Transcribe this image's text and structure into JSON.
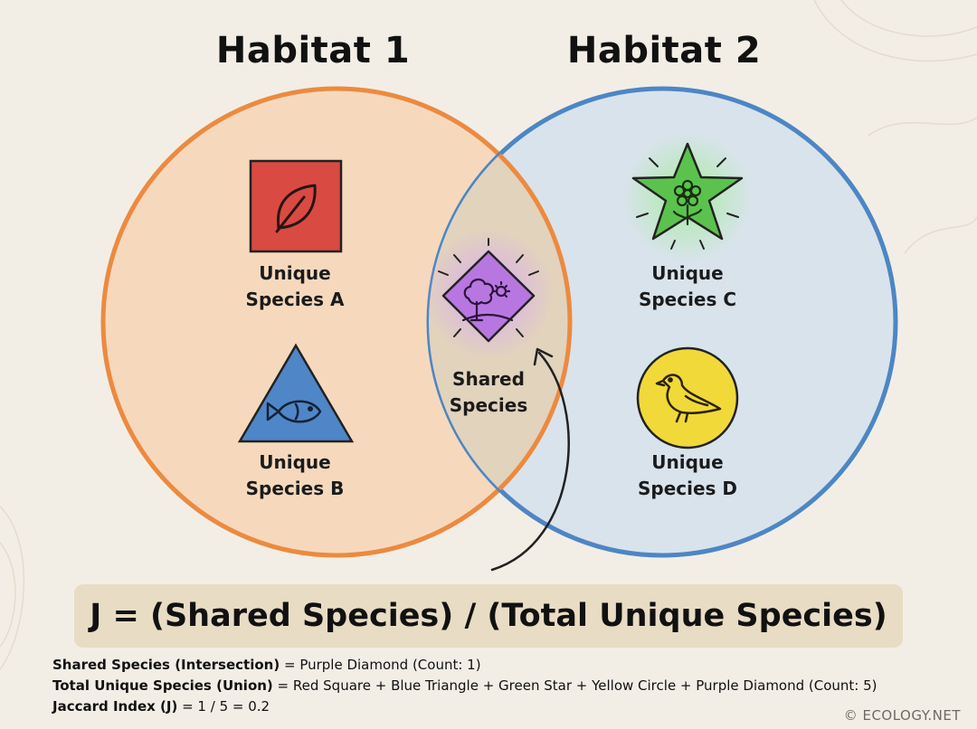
{
  "habitats": {
    "left_title": "Habitat 1",
    "right_title": "Habitat 2"
  },
  "species": {
    "unique_a": {
      "line1": "Unique",
      "line2": "Species A",
      "shape": "red-square",
      "icon": "leaf-icon"
    },
    "unique_b": {
      "line1": "Unique",
      "line2": "Species B",
      "shape": "blue-triangle",
      "icon": "fish-icon"
    },
    "unique_c": {
      "line1": "Unique",
      "line2": "Species C",
      "shape": "green-star",
      "icon": "flower-icon"
    },
    "unique_d": {
      "line1": "Unique",
      "line2": "Species D",
      "shape": "yellow-circle",
      "icon": "bird-icon"
    },
    "shared": {
      "line1": "Shared",
      "line2": "Species",
      "shape": "purple-diamond",
      "icon": "tree-sun-icon"
    }
  },
  "formula": "J = (Shared Species) / (Total Unique Species)",
  "notes": [
    {
      "label": "Shared Species (Intersection)",
      "text": " = Purple Diamond (Count: 1)"
    },
    {
      "label": "Total Unique Species (Union)",
      "text": " = Red Square + Blue Triangle + Green Star + Yellow Circle + Purple Diamond (Count: 5)"
    },
    {
      "label": "Jaccard Index (J)",
      "text": " = 1 / 5 = 0.2"
    }
  ],
  "credit": "© ECOLOGY.NET",
  "colors": {
    "habitat1_fill": "#f6d9bd",
    "habitat1_stroke": "#ec8a3f",
    "habitat2_fill": "#d9e3ec",
    "habitat2_stroke": "#4d86c4",
    "square": "#d94a42",
    "triangle": "#4f86c8",
    "star": "#5cc24e",
    "circle": "#f1d93a",
    "diamond": "#b877e0"
  }
}
